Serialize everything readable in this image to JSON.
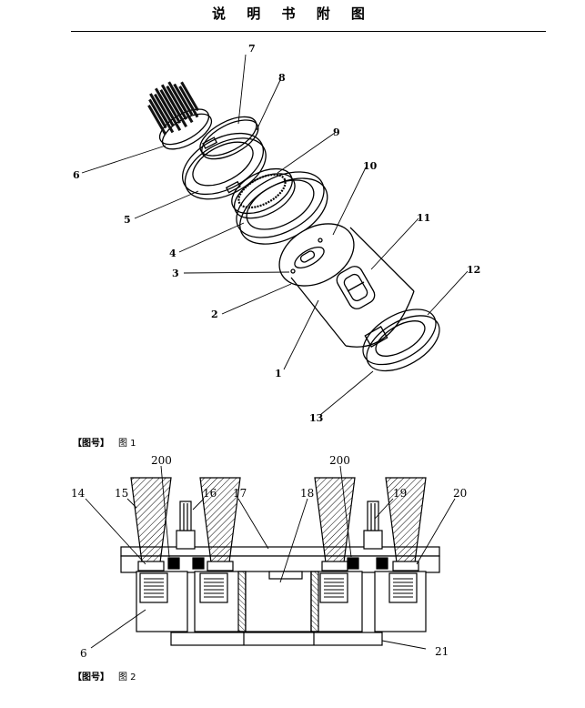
{
  "header": {
    "title": "说 明 书 附 图"
  },
  "figure1": {
    "caption_tag": "【图号】",
    "caption_text": "图 1",
    "labels": [
      "1",
      "2",
      "3",
      "4",
      "5",
      "6",
      "7",
      "8",
      "9",
      "10",
      "11",
      "12",
      "13"
    ]
  },
  "figure2": {
    "caption_tag": "【图号】",
    "caption_text": "图 2",
    "labels": [
      "14",
      "15",
      "200",
      "16",
      "17",
      "18",
      "200",
      "19",
      "20",
      "6",
      "21"
    ]
  }
}
